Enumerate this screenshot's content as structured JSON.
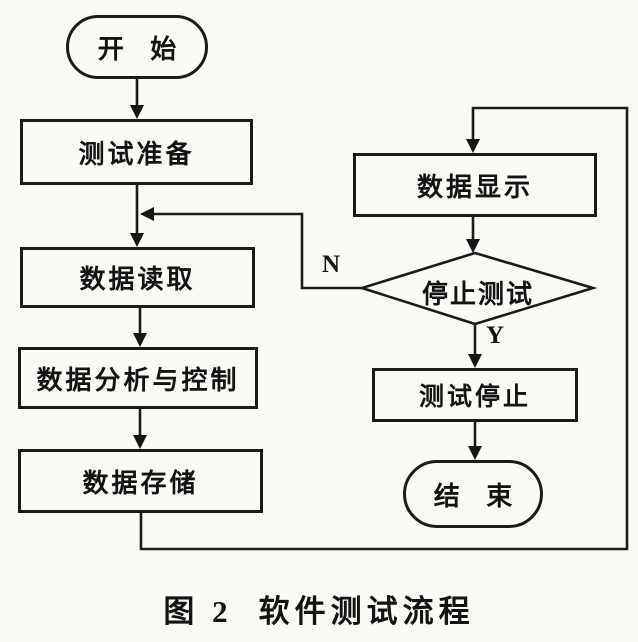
{
  "figure": {
    "caption_label": "图 2",
    "caption_title": "软件测试流程"
  },
  "nodes": {
    "start": {
      "label": "开 始"
    },
    "test_prep": {
      "label": "测试准备"
    },
    "data_read": {
      "label": "数据读取"
    },
    "data_analysis": {
      "label": "数据分析与控制"
    },
    "data_store": {
      "label": "数据存储"
    },
    "data_display": {
      "label": "数据显示"
    },
    "stop_test_decision": {
      "label": "停止测试"
    },
    "test_stop": {
      "label": "测试停止"
    },
    "end": {
      "label": "结 束"
    }
  },
  "edges": {
    "no_label": "N",
    "yes_label": "Y"
  },
  "colors": {
    "line": "#1b1b1b",
    "background": "#fbfaf6",
    "text": "#131313"
  }
}
